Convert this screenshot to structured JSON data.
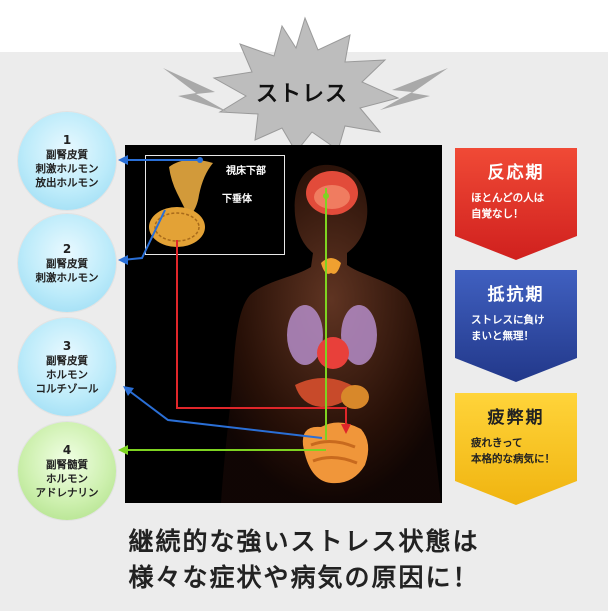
{
  "stress_label": "ストレス",
  "inset": {
    "hypothalamus": "視床下部",
    "pituitary": "下垂体"
  },
  "hormones": [
    {
      "num": "1",
      "lines": [
        "副腎皮質",
        "刺激ホルモン",
        "放出ホルモン"
      ]
    },
    {
      "num": "2",
      "lines": [
        "副腎皮質",
        "刺激ホルモン"
      ]
    },
    {
      "num": "3",
      "lines": [
        "副腎皮質",
        "ホルモン",
        "コルチゾール"
      ]
    },
    {
      "num": "4",
      "lines": [
        "副腎髄質",
        "ホルモン",
        "アドレナリン"
      ]
    }
  ],
  "phases": [
    {
      "title": "反応期",
      "lines": [
        "ほとんどの人は",
        "自覚なし！"
      ],
      "color": "#e8322c"
    },
    {
      "title": "抵抗期",
      "lines": [
        "ストレスに負け",
        "まいと無理！"
      ],
      "color": "#2f4aa3"
    },
    {
      "title": "疲弊期",
      "lines": [
        "疲れきって",
        "本格的な病気に！"
      ],
      "color": "#f5c21b"
    }
  ],
  "bottom_text": [
    "継続的な強いストレス状態は",
    "様々な症状や病気の原因に！"
  ],
  "colors": {
    "blue_circle": "#bcebfa",
    "green_circle": "#cdf0ae",
    "arrow_blue": "#2a6fd6",
    "arrow_green": "#7ed321",
    "arrow_red": "#e0262a"
  }
}
